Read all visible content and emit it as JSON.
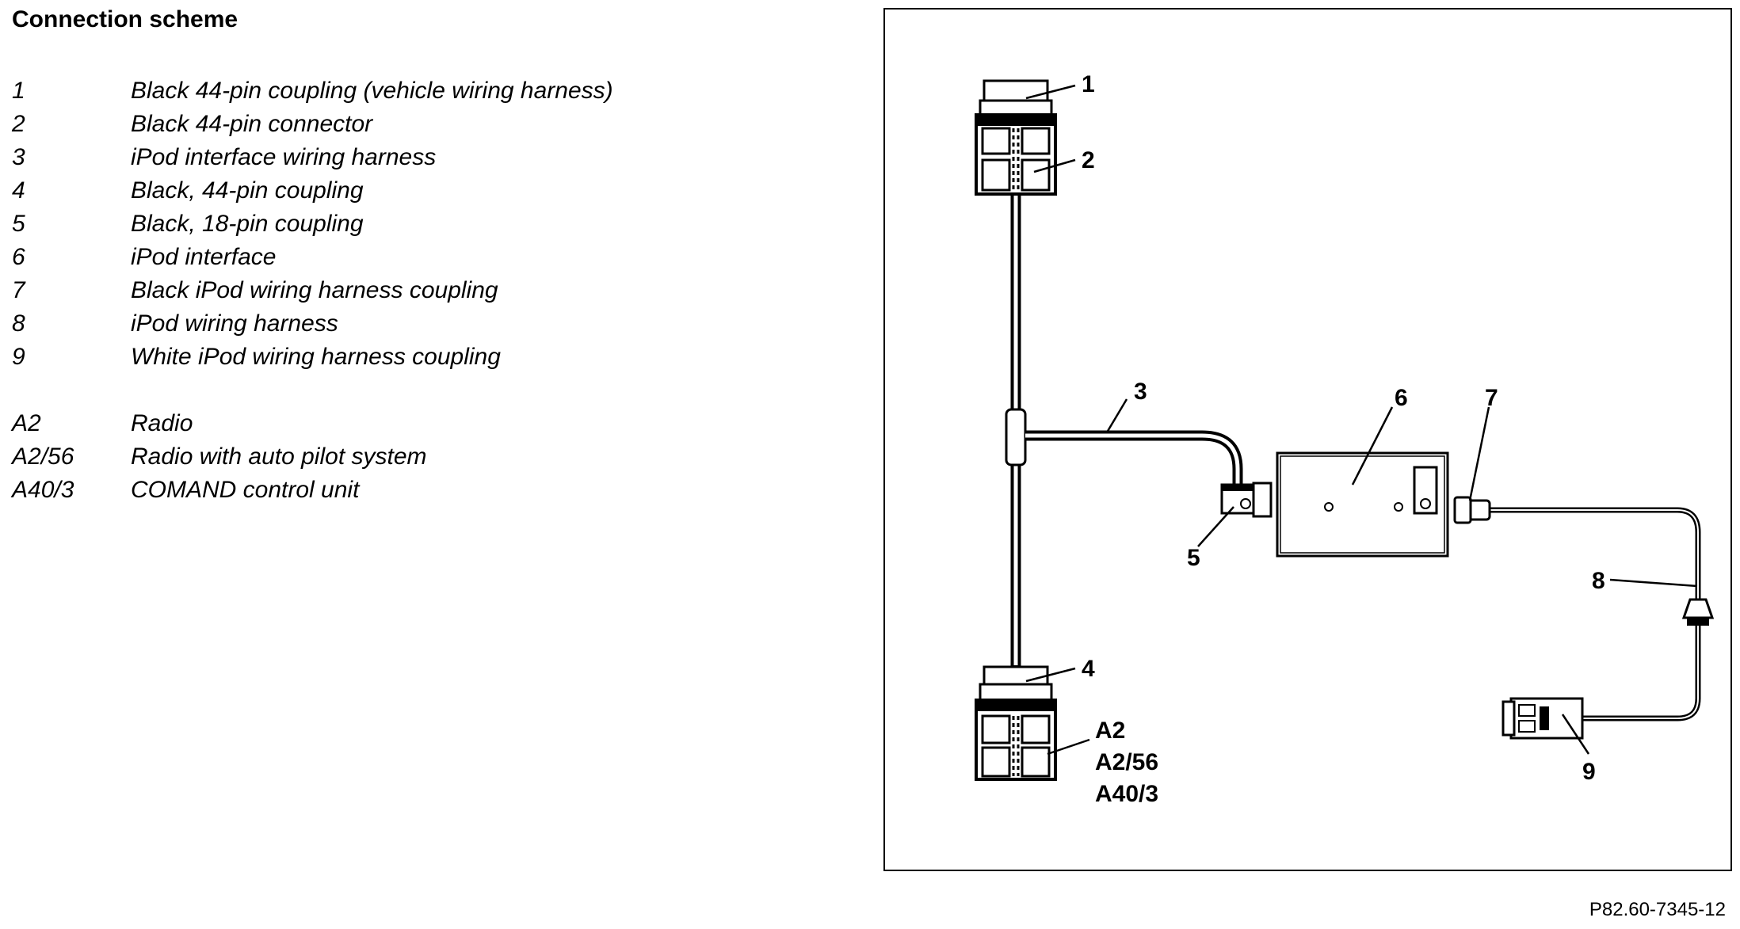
{
  "title": "Connection scheme",
  "legend": [
    {
      "key": "1",
      "text": "Black 44-pin coupling (vehicle wiring harness)"
    },
    {
      "key": "2",
      "text": "Black 44-pin connector"
    },
    {
      "key": "3",
      "text": "iPod interface wiring harness"
    },
    {
      "key": "4",
      "text": "Black, 44-pin coupling"
    },
    {
      "key": "5",
      "text": "Black, 18-pin coupling"
    },
    {
      "key": "6",
      "text": "iPod interface"
    },
    {
      "key": "7",
      "text": "Black iPod wiring harness coupling"
    },
    {
      "key": "8",
      "text": "iPod wiring harness"
    },
    {
      "key": "9",
      "text": "White iPod wiring harness coupling"
    },
    {
      "key": "A2",
      "text": "Radio"
    },
    {
      "key": "A2/56",
      "text": "Radio with auto pilot system"
    },
    {
      "key": "A40/3",
      "text": "COMAND control unit"
    }
  ],
  "diagram": {
    "callouts": [
      "1",
      "2",
      "3",
      "4",
      "5",
      "6",
      "7",
      "8",
      "9"
    ],
    "unit_labels": [
      "A2",
      "A2/56",
      "A40/3"
    ]
  },
  "figure_ref": "P82.60-7345-12"
}
